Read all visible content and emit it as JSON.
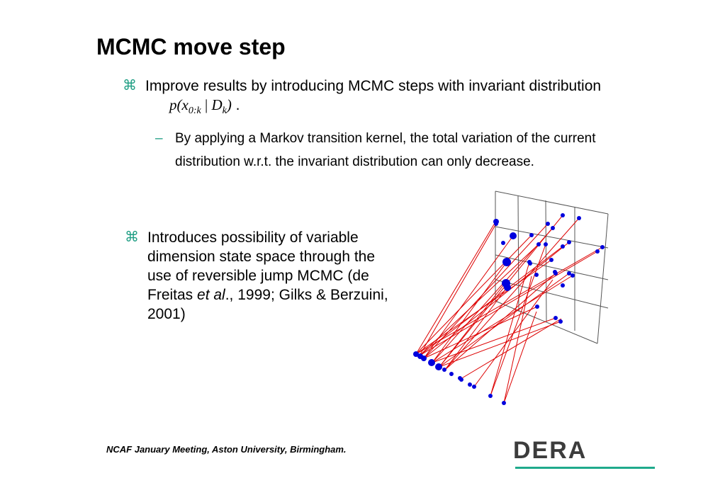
{
  "slide": {
    "title": "MCMC move step",
    "bullet1_text": "Improve results by introducing MCMC steps with invariant distribution",
    "bullet1_math_p": "p",
    "bullet1_math_x": "x",
    "bullet1_math_sub1": "0:k",
    "bullet1_math_bar": "|",
    "bullet1_math_D": "D",
    "bullet1_math_sub2": "k",
    "bullet1_period": ".",
    "sub_bullet": "By applying a Markov transition kernel, the total variation of the current distribution w.r.t. the invariant distribution can only decrease.",
    "bullet2_part1": "Introduces possibility of variable dimension state space through the use of reversible jump MCMC (de Freitas ",
    "bullet2_italic": "et al",
    "bullet2_part2": "., 1999; Gilks & Berzuini, 2001)",
    "bullet_symbol": "⌘",
    "dash_symbol": "–",
    "footer": "NCAF January Meeting, Aston University, Birmingham.",
    "logo": "DERA"
  },
  "colors": {
    "accent": "#1f9e84",
    "point": "#0000dd",
    "line": "#dd0000",
    "grid": "#555555"
  }
}
